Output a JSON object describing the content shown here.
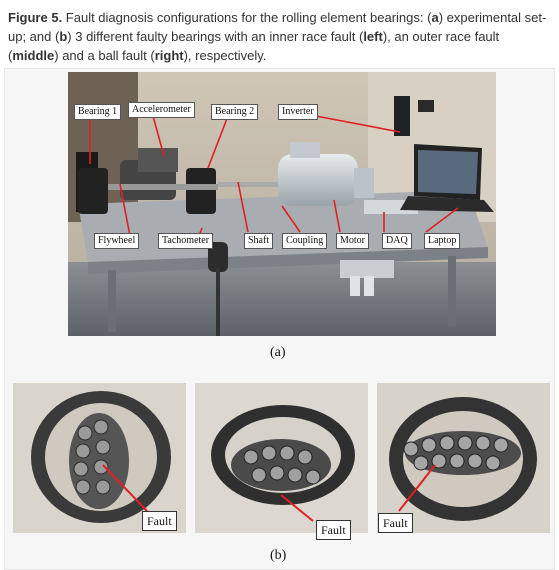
{
  "caption": {
    "figure_label": "Figure 5.",
    "part1": " Fault diagnosis configurations for the rolling element bearings: (",
    "a": "a",
    "part2": ") experimental set-up; and (",
    "b": "b",
    "part3": ") 3 different faulty bearings with an inner race fault (",
    "left": "left",
    "part4": "), an outer race fault (",
    "middle": "middle",
    "part5": ") and a ball fault (",
    "right": "right",
    "part6": "), respectively."
  },
  "setup_labels": {
    "bearing1": "Bearing 1",
    "accelerometer": "Accelerometer",
    "bearing2": "Bearing 2",
    "inverter": "Inverter",
    "flywheel": "Flywheel",
    "tachometer": "Tachometer",
    "shaft": "Shaft",
    "coupling": "Coupling",
    "motor": "Motor",
    "daq": "DAQ",
    "laptop": "Laptop"
  },
  "panel_a": "(a)",
  "panel_b": "(b)",
  "fault_label": "Fault",
  "colors": {
    "arrow": "#e02020",
    "caption_text": "#333333"
  }
}
